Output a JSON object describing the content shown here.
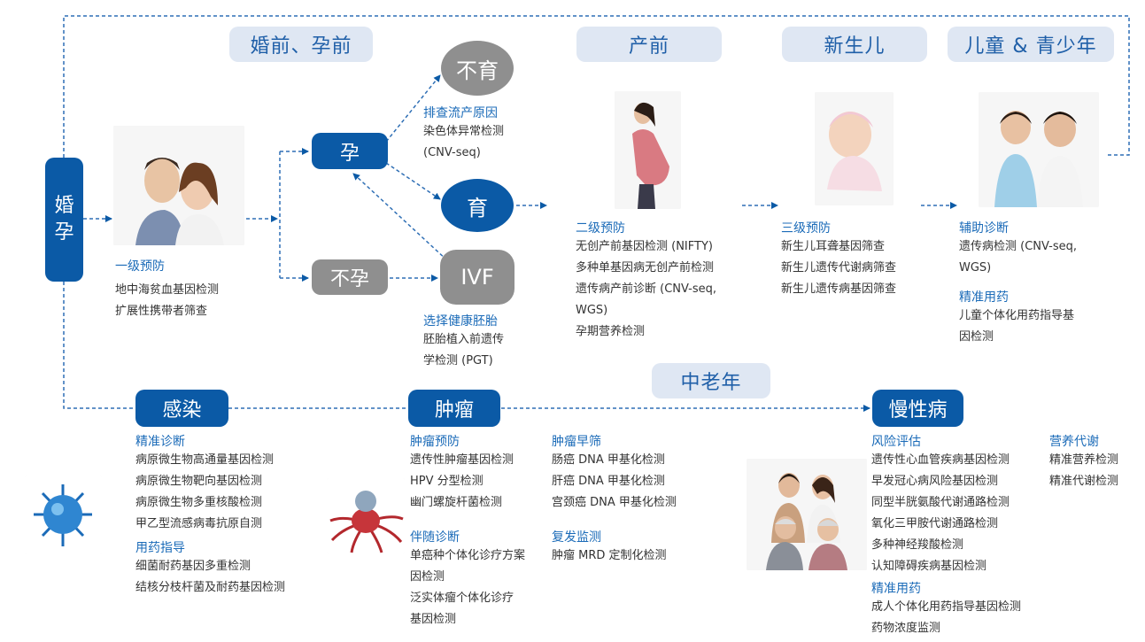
{
  "stage_labels": {
    "premarital": "婚前、孕前",
    "prenatal": "产前",
    "newborn": "新生儿",
    "children": "儿童 & 青少年",
    "middle_aged": "中老年"
  },
  "nodes": {
    "marriage_line1": "婚",
    "marriage_line2": "孕",
    "pregnant": "孕",
    "infertile_outcome": "不育",
    "fertile_outcome": "育",
    "not_pregnant": "不孕",
    "ivf": "IVF",
    "infection": "感染",
    "tumor": "肿瘤",
    "chronic": "慢性病"
  },
  "sections": {
    "primary": {
      "heading": "一级预防",
      "items": [
        "地中海贫血基因检测",
        "扩展性携带者筛查"
      ]
    },
    "miscarriage": {
      "heading": "排查流产原因",
      "items": [
        "染色体异常检测",
        "(CNV-seq)"
      ]
    },
    "embryo": {
      "heading": "选择健康胚胎",
      "items": [
        "胚胎植入前遗传",
        "学检测 (PGT)"
      ]
    },
    "secondary": {
      "heading": "二级预防",
      "items": [
        "无创产前基因检测 (NIFTY)",
        "多种单基因病无创产前检测",
        "遗传病产前诊断 (CNV-seq,",
        "WGS)",
        "孕期营养检测"
      ]
    },
    "tertiary": {
      "heading": "三级预防",
      "items": [
        "新生儿耳聋基因筛查",
        "新生儿遗传代谢病筛查",
        "新生儿遗传病基因筛查"
      ]
    },
    "aux_diag": {
      "heading": "辅助诊断",
      "items": [
        "遗传病检测 (CNV-seq,",
        "WGS)"
      ]
    },
    "child_medication": {
      "heading": "精准用药",
      "items": [
        "儿童个体化用药指导基",
        "因检测"
      ]
    },
    "precise_diag": {
      "heading": "精准诊断",
      "items": [
        "病原微生物高通量基因检测",
        "病原微生物靶向基因检测",
        "病原微生物多重核酸检测",
        "甲乙型流感病毒抗原自测"
      ]
    },
    "medication_guide": {
      "heading": "用药指导",
      "items": [
        "细菌耐药基因多重检测",
        "结核分枝杆菌及耐药基因检测"
      ]
    },
    "tumor_prevention": {
      "heading": "肿瘤预防",
      "items": [
        "遗传性肿瘤基因检测",
        "HPV 分型检测",
        "幽门螺旋杆菌检测"
      ]
    },
    "tumor_screening": {
      "heading": "肿瘤早筛",
      "items": [
        "肠癌 DNA 甲基化检测",
        "肝癌 DNA 甲基化检测",
        "宫颈癌 DNA 甲基化检测"
      ]
    },
    "companion_diag": {
      "heading": "伴随诊断",
      "items": [
        "单癌种个体化诊疗方案",
        "因检测",
        "泛实体瘤个体化诊疗",
        "基因检测"
      ]
    },
    "relapse": {
      "heading": "复发监测",
      "items": [
        "肿瘤 MRD 定制化检测"
      ]
    },
    "risk_assessment": {
      "heading": "风险评估",
      "items": [
        "遗传性心血管疾病基因检测",
        "早发冠心病风险基因检测",
        "同型半胱氨酸代谢通路检测",
        "氧化三甲胺代谢通路检测",
        "多种神经羧酸检测",
        "认知障碍疾病基因检测"
      ]
    },
    "adult_medication": {
      "heading": "精准用药",
      "items": [
        "成人个体化用药指导基因检测",
        "药物浓度监测"
      ]
    },
    "nutrition": {
      "heading": "营养代谢",
      "items": [
        "精准营养检测",
        "精准代谢检测"
      ]
    }
  },
  "colors": {
    "primary_blue": "#0b5aa6",
    "heading_blue": "#1b6bb8",
    "grey_node": "#8f8f8f",
    "pill_bg": "#dfe7f3",
    "dashed_line": "#2f6fb5"
  }
}
